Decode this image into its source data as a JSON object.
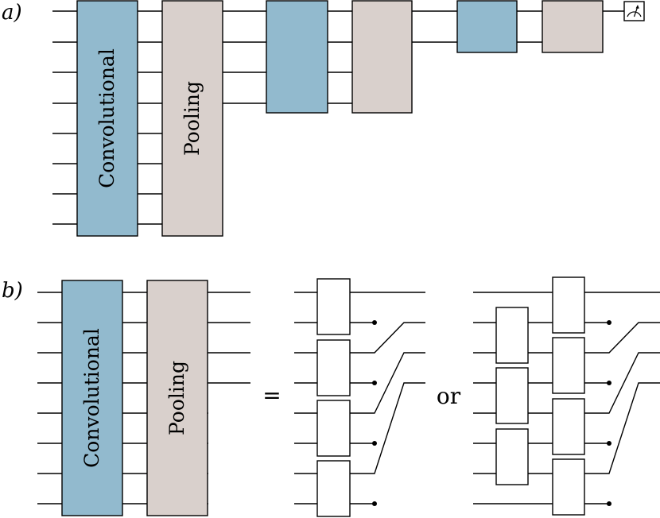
{
  "panel_a": {
    "label": "a)",
    "convolutional_label": "Convolutional",
    "pooling_label": "Pooling",
    "measurement_icon": "meter-icon"
  },
  "panel_b": {
    "label": "b)",
    "convolutional_label": "Convolutional",
    "pooling_label": "Pooling",
    "equals_label": "=",
    "or_label": "or"
  },
  "colors": {
    "convolutional": "#92bace",
    "pooling": "#d9d0cc"
  }
}
